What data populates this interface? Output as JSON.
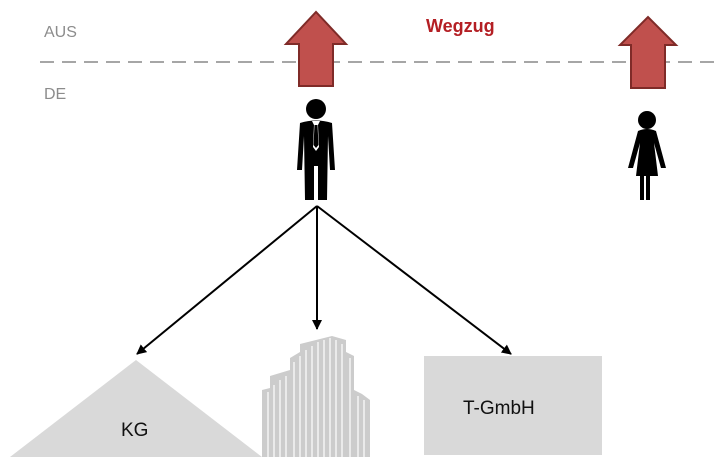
{
  "diagram": {
    "title": "Wegzug",
    "regions": {
      "upper_label": "AUS",
      "lower_label": "DE"
    },
    "entities": [
      {
        "id": "kg",
        "label": "KG",
        "shape": "triangle"
      },
      {
        "id": "building",
        "label": "",
        "shape": "office-building-icon"
      },
      {
        "id": "gmbh",
        "label": "T-GmbH",
        "shape": "rectangle"
      }
    ],
    "persons": [
      {
        "id": "man",
        "icon": "businessman-icon"
      },
      {
        "id": "woman",
        "icon": "woman-icon"
      }
    ],
    "relations": [
      {
        "from": "man",
        "to": "kg"
      },
      {
        "from": "man",
        "to": "building"
      },
      {
        "from": "man",
        "to": "gmbh"
      }
    ],
    "moves": [
      {
        "person": "man",
        "direction": "up",
        "meaning": "Wegzug"
      },
      {
        "person": "woman",
        "direction": "up",
        "meaning": "Wegzug"
      }
    ]
  },
  "colors": {
    "title": "#b41f24",
    "arrow_fill": "#c0504d",
    "arrow_stroke": "#7f2b28",
    "shape_fill": "#d9d9d9",
    "border_line": "#a6a6a6",
    "building": "#cccccc"
  }
}
